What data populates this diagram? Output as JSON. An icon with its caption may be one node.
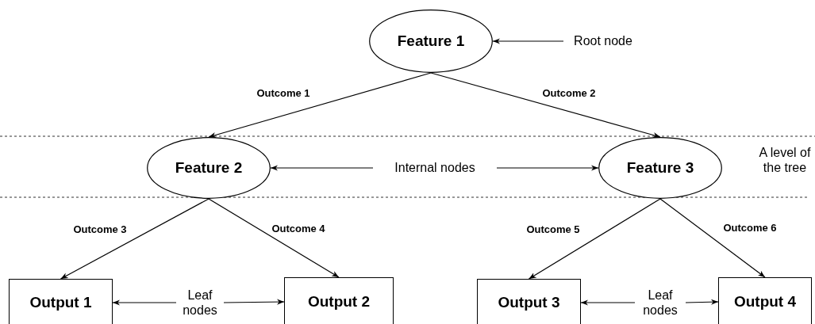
{
  "diagram": {
    "nodes": [
      {
        "text": [
          "Feature 1"
        ]
      },
      {
        "text": [
          "Root node"
        ]
      },
      {
        "text": [
          "Feature 2"
        ]
      },
      {
        "text": [
          "Internal nodes"
        ]
      },
      {
        "text": [
          "Feature 3"
        ]
      },
      {
        "text": [
          "Output 1"
        ]
      },
      {
        "text": [
          "Leaf nodes"
        ]
      },
      {
        "text": [
          "Output 2"
        ]
      },
      {
        "text": [
          "Output 3"
        ]
      },
      {
        "text": [
          "Leaf nodes"
        ]
      },
      {
        "text": [
          "Output 4"
        ]
      }
    ],
    "edges": [
      {
        "from": 0,
        "to": 2,
        "arrow": "to",
        "label": "Outcome 1"
      },
      {
        "from": 0,
        "to": 4,
        "arrow": "to",
        "label": "Outcome 2"
      },
      {
        "from": 1,
        "to": 0,
        "arrow": "to"
      },
      {
        "from": 3,
        "to": 2,
        "arrow": "to"
      },
      {
        "from": 3,
        "to": 4,
        "arrow": "to"
      },
      {
        "from": 2,
        "to": 5,
        "arrow": "to",
        "label": "Outcome 3"
      },
      {
        "from": 2,
        "to": 7,
        "arrow": "to",
        "label": "Outcome 4"
      },
      {
        "from": 4,
        "to": 8,
        "arrow": "to",
        "label": "Outcome 5"
      },
      {
        "from": 4,
        "to": 10,
        "arrow": "to",
        "label": "Outcome 6"
      },
      {
        "from": 6,
        "to": 5,
        "arrow": "to"
      },
      {
        "from": 6,
        "to": 7,
        "arrow": "to"
      },
      {
        "from": 9,
        "to": 8,
        "arrow": "to"
      },
      {
        "from": 9,
        "to": 10,
        "arrow": "to"
      }
    ],
    "labels": [
      "A level of the tree"
    ]
  }
}
